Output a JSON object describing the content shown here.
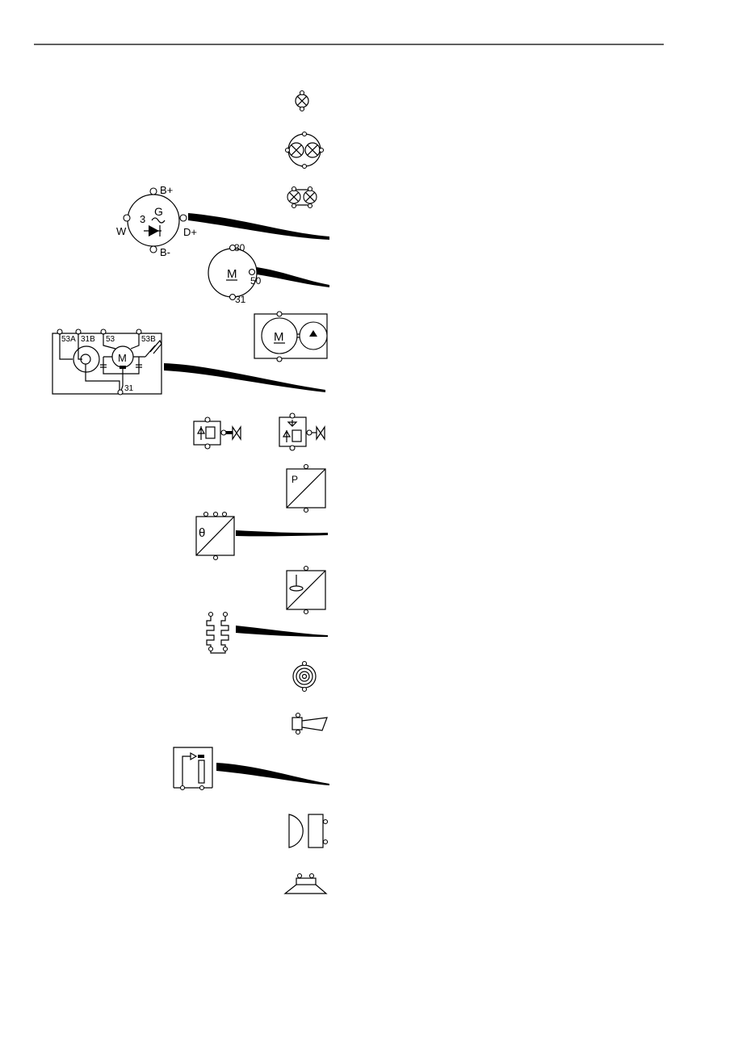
{
  "generator": {
    "b_plus": "B+",
    "b_minus": "B-",
    "g": "G",
    "phases": "3",
    "tilde": "~",
    "w": "W",
    "d_plus": "D+"
  },
  "starter": {
    "m": "M",
    "t30": "30",
    "t50": "50",
    "t31": "31"
  },
  "motor_pump": {
    "m": "M"
  },
  "wiper_motor": {
    "t53a": "53A",
    "t31b": "31B",
    "t53": "53",
    "t53b": "53B",
    "t31": "31",
    "m": "M"
  },
  "pressure_sensor": {
    "p": "P"
  },
  "temp_sensor": {
    "theta": "θ"
  },
  "colors": {
    "ink": "#000000",
    "paper": "#ffffff"
  }
}
